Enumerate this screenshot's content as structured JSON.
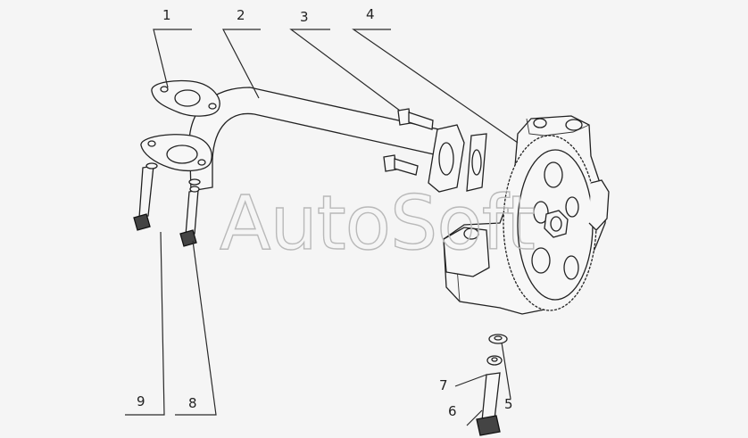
{
  "watermark": "AutoSoft",
  "callouts": [
    {
      "id": "c1",
      "label": "1"
    },
    {
      "id": "c2",
      "label": "2"
    },
    {
      "id": "c3",
      "label": "3"
    },
    {
      "id": "c4",
      "label": "4"
    },
    {
      "id": "c5",
      "label": "5"
    },
    {
      "id": "c6",
      "label": "6"
    },
    {
      "id": "c7",
      "label": "7"
    },
    {
      "id": "c8",
      "label": "8"
    },
    {
      "id": "c9",
      "label": "9"
    }
  ]
}
